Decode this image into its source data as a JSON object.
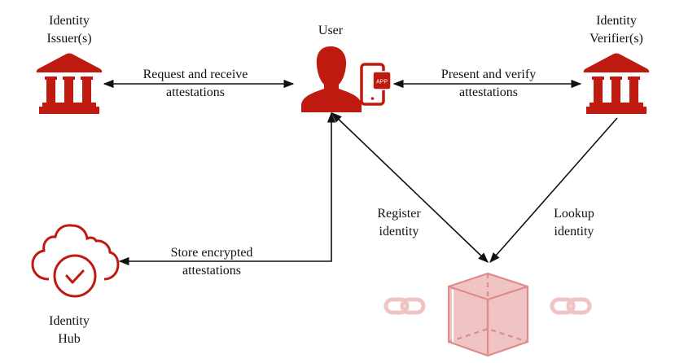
{
  "colors": {
    "primary": "#BE1A10",
    "cube_fill": "#EDB6B6",
    "cube_stroke": "#E08A8A",
    "chain": "#F0C4C4",
    "arrow": "#111111"
  },
  "nodes": {
    "issuer": {
      "label_line1": "Identity",
      "label_line2": "Issuer(s)",
      "icon": "bank-building-icon"
    },
    "user": {
      "label": "User",
      "icon": "user-silhouette-icon",
      "device_icon": "mobile-app-icon",
      "device_badge": "APP"
    },
    "verifier": {
      "label_line1": "Identity",
      "label_line2": "Verifier(s)",
      "icon": "bank-building-icon"
    },
    "hub": {
      "label_line1": "Identity",
      "label_line2": "Hub",
      "icon": "cloud-check-icon"
    },
    "ledger": {
      "icon": "blockchain-cube-icon",
      "side_icons": [
        "chain-link-icon",
        "chain-link-icon"
      ]
    }
  },
  "edges": [
    {
      "id": "request",
      "from": "user",
      "to": "issuer",
      "bidirectional": true,
      "label_line1": "Request and receive",
      "label_line2": "attestations"
    },
    {
      "id": "present",
      "from": "user",
      "to": "verifier",
      "bidirectional": true,
      "label_line1": "Present and verify",
      "label_line2": "attestations"
    },
    {
      "id": "register",
      "from": "user",
      "to": "ledger",
      "bidirectional": true,
      "label_line1": "Register",
      "label_line2": "identity"
    },
    {
      "id": "lookup",
      "from": "verifier",
      "to": "ledger",
      "bidirectional": false,
      "label_line1": "Lookup",
      "label_line2": "identity"
    },
    {
      "id": "store",
      "from": "user",
      "to": "hub",
      "bidirectional": true,
      "label_line1": "Store encrypted",
      "label_line2": "attestations"
    }
  ]
}
